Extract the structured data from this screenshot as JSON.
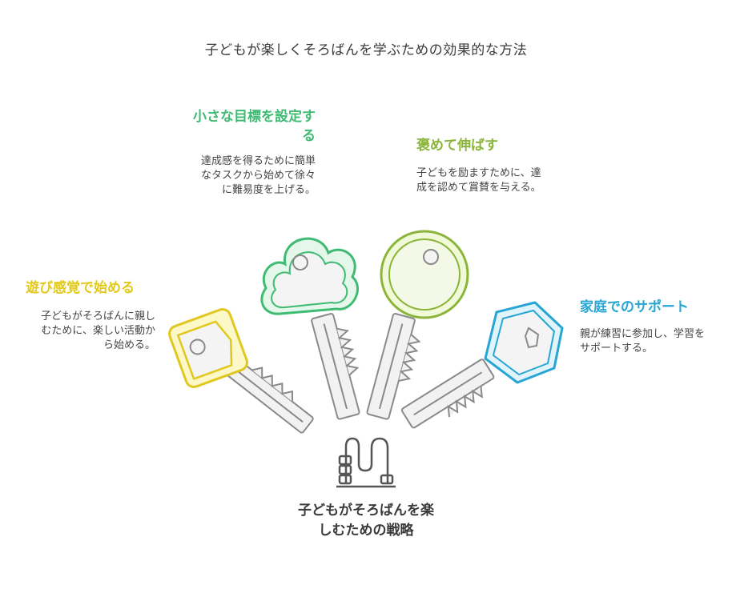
{
  "title": "子どもが楽しくそろばんを学ぶための効果的な方法",
  "center_label": "子どもがそろばんを楽しむための戦略",
  "items": [
    {
      "heading": "遊び感覚で始める",
      "description": "子どもがそろばんに親しむために、楽しい活動から始める。",
      "color": "#e2c91a"
    },
    {
      "heading": "小さな目標を設定する",
      "description": "達成感を得るために簡単なタスクから始めて徐々に難易度を上げる。",
      "color": "#3fbb73"
    },
    {
      "heading": "褒めて伸ばす",
      "description": "子どもを励ますために、達成を認めて賞賛を与える。",
      "color": "#8ab53a"
    },
    {
      "heading": "家庭でのサポート",
      "description": "親が練習に参加し、学習をサポートする。",
      "color": "#27a6d4"
    }
  ],
  "icons": [
    "key-square-icon",
    "key-cloud-icon",
    "key-round-icon",
    "key-hexagon-icon",
    "abacus-icon"
  ]
}
